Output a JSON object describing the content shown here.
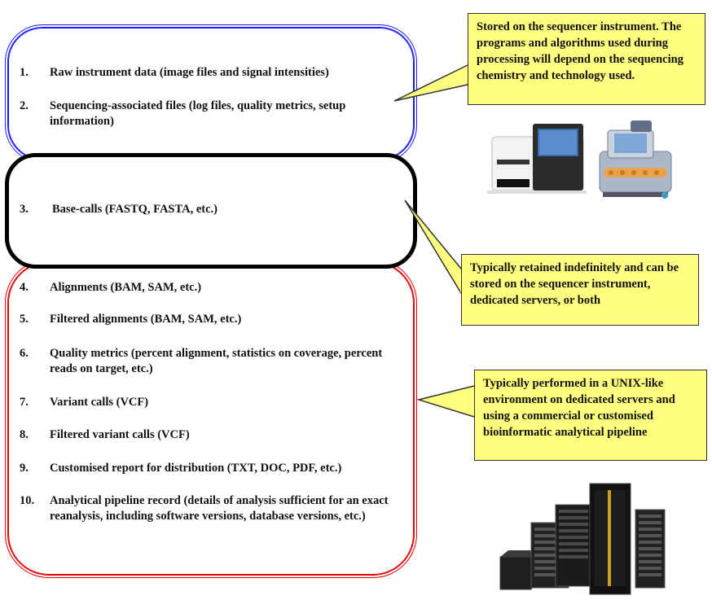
{
  "groups": {
    "instrument": {
      "items": [
        {
          "num": "1.",
          "text": "Raw instrument data (image files and signal intensities)"
        },
        {
          "num": "2.",
          "text": "Sequencing-associated files (log files, quality metrics, setup information)"
        }
      ]
    },
    "basecalls": {
      "items": [
        {
          "num": "3.",
          "text": "Base-calls (FASTQ, FASTA, etc.)"
        }
      ]
    },
    "analysis": {
      "items": [
        {
          "num": "4.",
          "text": "Alignments (BAM, SAM, etc.)"
        },
        {
          "num": "5.",
          "text": "Filtered alignments (BAM, SAM, etc.)"
        },
        {
          "num": "6.",
          "text": "Quality metrics (percent alignment, statistics on coverage, percent reads on target, etc.)"
        },
        {
          "num": "7.",
          "text": "Variant calls (VCF)"
        },
        {
          "num": "8.",
          "text": "Filtered variant calls (VCF)"
        },
        {
          "num": "9.",
          "text": "Customised report for distribution (TXT, DOC, PDF, etc.)"
        },
        {
          "num": "10.",
          "text": "Analytical pipeline record (details of analysis sufficient for an exact reanalysis, including software versions, database versions, etc.)"
        }
      ]
    }
  },
  "callouts": {
    "instrument": "Stored on the sequencer instrument. The programs and algorithms used during processing will depend on the sequencing chemistry and technology used.",
    "basecalls": "Typically retained indefinitely and can be stored on the sequencer instrument, dedicated servers, or both",
    "analysis": "Typically performed in a UNIX-like environment on dedicated servers and using a commercial or customised bioinformatic analytical pipeline"
  },
  "colors": {
    "instrument_border": "#1a1aff",
    "basecalls_border": "#000000",
    "analysis_border": "#e00000",
    "callout_fill": "#ffff80"
  },
  "images": {
    "sequencers": "sequencer-instruments-illustration",
    "servers": "server-racks-illustration"
  }
}
